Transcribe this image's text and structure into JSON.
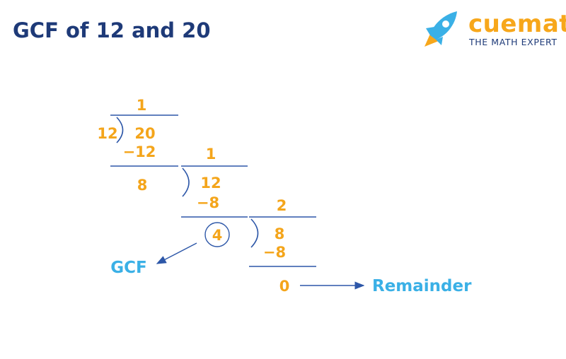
{
  "title": "GCF of 12 and 20",
  "logo": {
    "word": "cuemath",
    "tagline": "THE MATH EXPERT"
  },
  "division": {
    "step1": {
      "divisor": "12",
      "dividend": "20",
      "quotient": "1",
      "product": "−12",
      "remainder": "8"
    },
    "step2": {
      "divisor": "8",
      "dividend": "12",
      "quotient": "1",
      "product": "−8",
      "remainder": "4"
    },
    "step3": {
      "divisor": "4",
      "dividend": "8",
      "quotient": "2",
      "product": "−8",
      "remainder": "0"
    }
  },
  "labels": {
    "gcf": "GCF",
    "remainder": "Remainder"
  },
  "colors": {
    "title": "#1e3a78",
    "numbers": "#f4a51b",
    "lines": "#2d57a8",
    "labels": "#3ab0e6"
  }
}
